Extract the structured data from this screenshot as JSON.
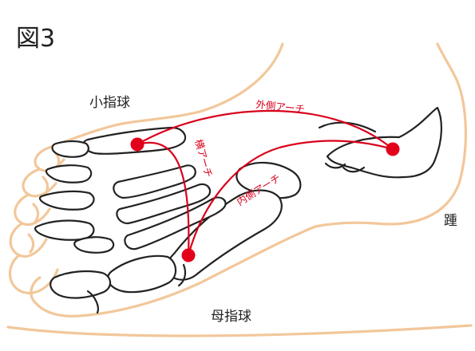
{
  "figure_title": "図3",
  "labels": {
    "little_toe_ball": "小指球",
    "big_toe_ball": "母指球",
    "heel": "踵",
    "outer_arch": "外側アーチ",
    "transverse_arch": "横アーチ",
    "inner_arch": "内側アーチ"
  },
  "colors": {
    "skin_outline": "#f2c79a",
    "bone_outline": "#222222",
    "arch_line": "#d9001b",
    "arch_point": "#e3001b"
  }
}
